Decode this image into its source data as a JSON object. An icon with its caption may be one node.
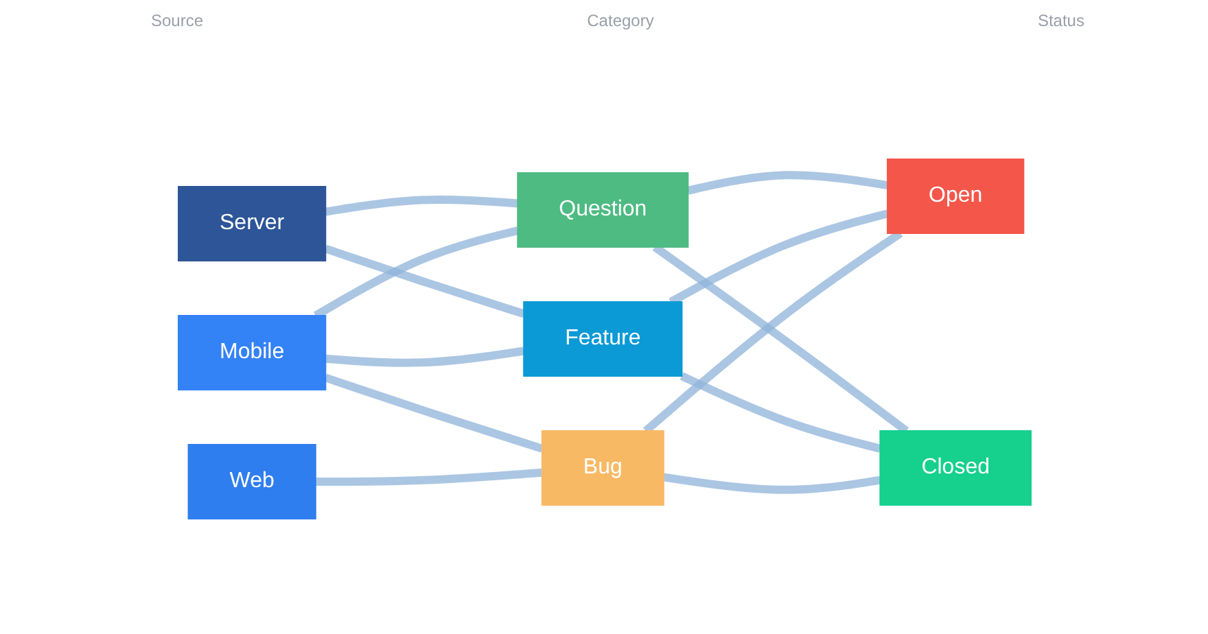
{
  "diagram": {
    "nodes": [
      {
        "text": [
          "Server"
        ]
      },
      {
        "text": [
          "Mobile"
        ]
      },
      {
        "text": [
          "Web"
        ]
      },
      {
        "text": [
          "Question"
        ]
      },
      {
        "text": [
          "Feature"
        ]
      },
      {
        "text": [
          "Bug"
        ]
      },
      {
        "text": [
          "Open"
        ]
      },
      {
        "text": [
          "Closed"
        ]
      }
    ],
    "edges": [
      {
        "from": 0,
        "to": 3,
        "arrow": "none"
      },
      {
        "from": 0,
        "to": 4,
        "arrow": "none"
      },
      {
        "from": 1,
        "to": 3,
        "arrow": "none"
      },
      {
        "from": 1,
        "to": 4,
        "arrow": "none"
      },
      {
        "from": 1,
        "to": 5,
        "arrow": "none"
      },
      {
        "from": 2,
        "to": 5,
        "arrow": "none"
      },
      {
        "from": 3,
        "to": 6,
        "arrow": "none"
      },
      {
        "from": 3,
        "to": 7,
        "arrow": "none"
      },
      {
        "from": 4,
        "to": 6,
        "arrow": "none"
      },
      {
        "from": 4,
        "to": 7,
        "arrow": "none"
      },
      {
        "from": 5,
        "to": 6,
        "arrow": "none"
      },
      {
        "from": 5,
        "to": 7,
        "arrow": "none"
      }
    ],
    "labels": [
      "Source",
      "Category",
      "Status"
    ]
  }
}
